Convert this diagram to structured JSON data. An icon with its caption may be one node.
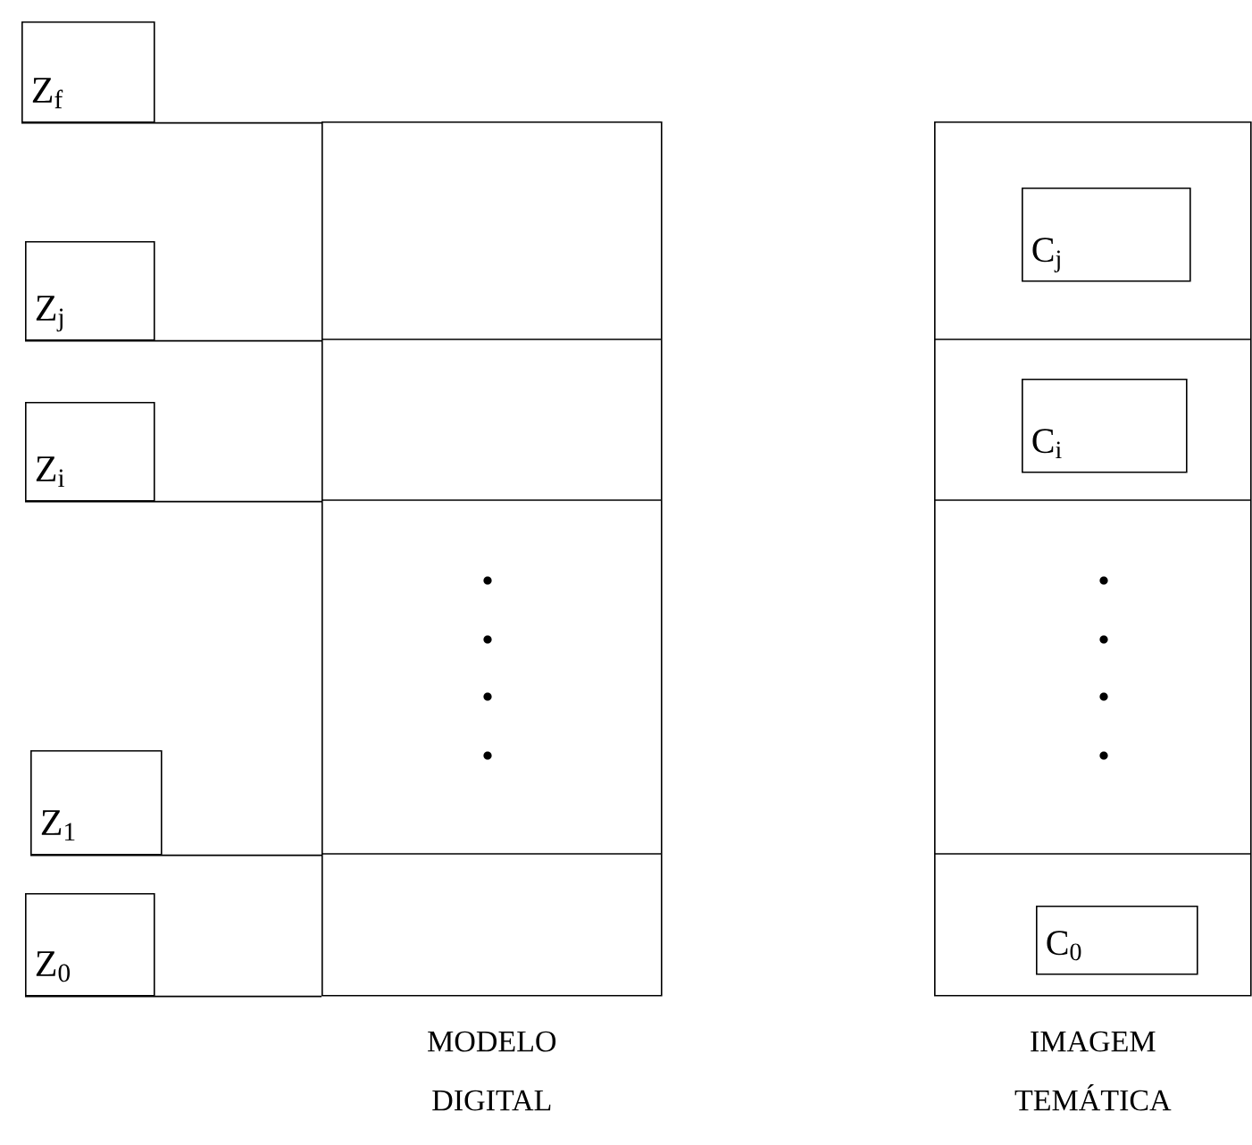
{
  "diagram": {
    "nodes": [
      {
        "text": [
          "Z$_{f}$"
        ]
      },
      {
        "text": [
          "Z$_{j}$"
        ]
      },
      {
        "text": [
          "Z$_{i}$"
        ]
      },
      {
        "text": [
          "Z$_{1}$"
        ]
      },
      {
        "text": [
          "Z$_{0}$"
        ]
      },
      {
        "text": [
          "MODELO DIGITAL"
        ]
      },
      {
        "text": [
          "IMAGEM TEMÁTICA"
        ]
      },
      {
        "text": [
          "C$_{j}$"
        ],
        "in": 6
      },
      {
        "text": [
          "C$_{i}$"
        ],
        "in": 6
      },
      {
        "text": [
          "C$_{0}$"
        ],
        "in": 6
      }
    ],
    "edges": [
      {
        "from": 0,
        "to": 5,
        "arrow": "none"
      },
      {
        "from": 1,
        "to": 5,
        "arrow": "none"
      },
      {
        "from": 2,
        "to": 5,
        "arrow": "none"
      },
      {
        "from": 3,
        "to": 5,
        "arrow": "none"
      },
      {
        "from": 4,
        "to": 5,
        "arrow": "none"
      }
    ]
  }
}
